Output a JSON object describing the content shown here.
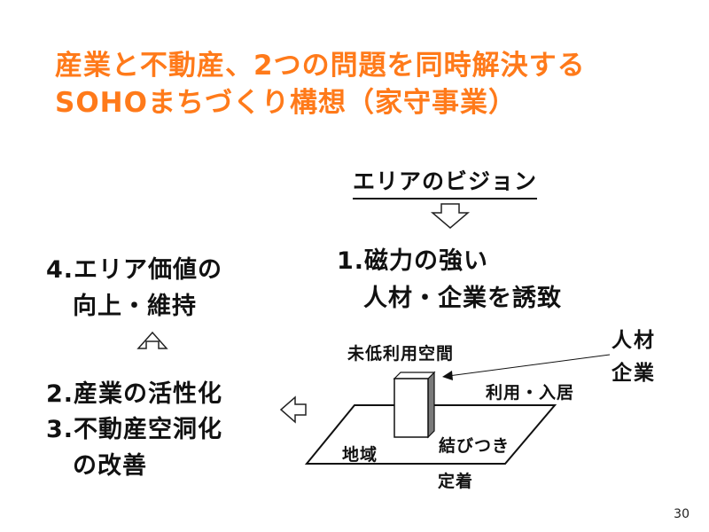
{
  "title": {
    "line1": "産業と不動産、2つの問題を同時解決する",
    "line2": "SOHOまちづくり構想（家守事業）"
  },
  "vision": {
    "heading": "エリアのビジョン",
    "item1_line1": "1.磁力の強い",
    "item1_line2": "人材・企業を誘致"
  },
  "left": {
    "item4_line1": "4.エリア価値の",
    "item4_line2": "向上・維持",
    "item2": "2.産業の活性化",
    "item3_line1": "3.不動産空洞化",
    "item3_line2": "の改善"
  },
  "diagram": {
    "unused_space": "未低利用空間",
    "use_move_in": "利用・入居",
    "talent": "人材",
    "company": "企業",
    "region": "地域",
    "connect": "結びつき",
    "settle": "定着"
  },
  "page_number": "30"
}
